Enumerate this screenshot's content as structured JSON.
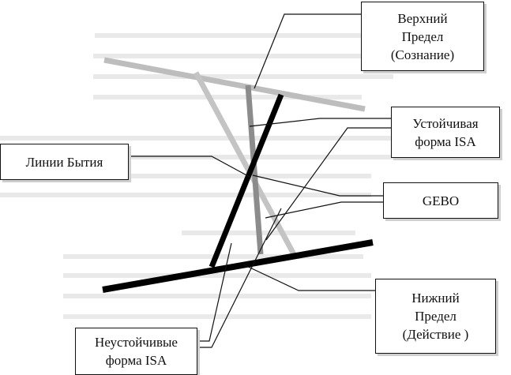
{
  "labels": {
    "upper_limit": "Верхний\nПредел\n(Сознание)",
    "stable_isa": "Устойчивая\nформа ISA",
    "lines_of_being": "Линии Бытия",
    "gebo": "GEBO",
    "lower_limit": "Нижний\nПредел\n(Действие )",
    "unstable_isa": "Неустойчивые\nформа ISA"
  },
  "colors": {
    "bold_line": "#000000",
    "grey_line_dark": "#8c8c8c",
    "grey_line_light": "#bdbdbd",
    "leader_line": "#111111"
  }
}
